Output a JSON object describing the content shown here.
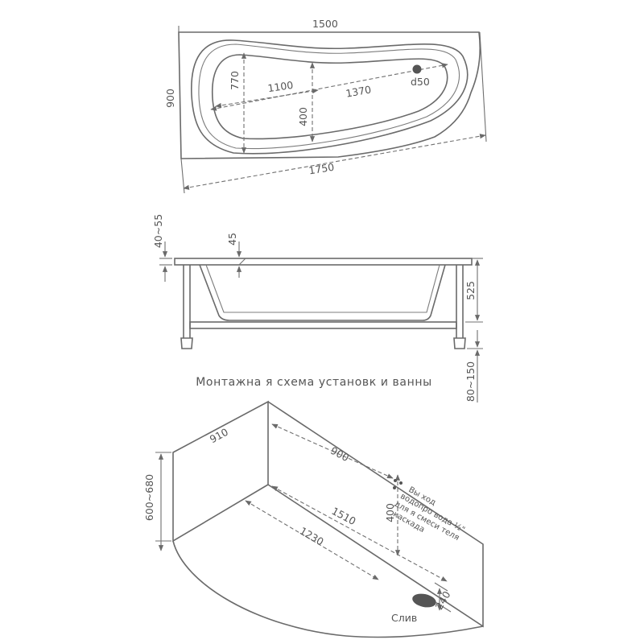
{
  "top_view": {
    "dim_width": "1500",
    "dim_depth": "900",
    "dim_length_inner": "1100",
    "dim_length_long": "1370",
    "dim_inner_width": "770",
    "dim_narrow_width": "400",
    "dim_diagonal": "1750",
    "drain_label": "d50"
  },
  "side_view": {
    "dim_rim": "40~55",
    "dim_offset": "45",
    "dim_depth": "525",
    "dim_legs": "80~150"
  },
  "caption": "Монтажна я схема установк и ванны",
  "install_view": {
    "dim_wall_short": "910",
    "dim_wall_long": "900",
    "dim_height": "600~680",
    "dim_length_1": "1510",
    "dim_length_2": "1230",
    "dim_outlet_height": "400",
    "dim_drain": "240",
    "note_lines": [
      "Вы ход",
      "водопро вода ½\"",
      "для я смеси теля",
      "каскада"
    ],
    "drain_label": "Слив"
  },
  "colors": {
    "line": "#6a6a6a",
    "text": "#555555",
    "drain": "#555555"
  }
}
